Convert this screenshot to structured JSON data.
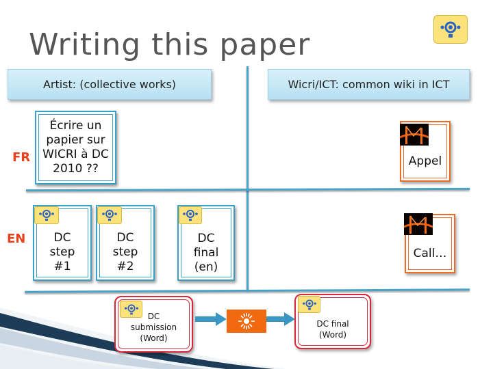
{
  "title": "Writing this paper",
  "headers": {
    "left": "Artist: (collective works)",
    "right": "Wicri/ICT: common wiki in ICT"
  },
  "rows": {
    "fr": "FR",
    "en": "EN"
  },
  "fr_card": {
    "lines": [
      "Écrire un",
      "papier sur",
      "WICRI à DC",
      "2010 ??"
    ]
  },
  "appel": "Appel",
  "call": "Call…",
  "en_cards": [
    {
      "lines": [
        "DC",
        "step",
        "#1"
      ]
    },
    {
      "lines": [
        "DC",
        "step",
        "#2"
      ]
    },
    {
      "lines": [
        "DC",
        "final",
        "(en)"
      ]
    }
  ],
  "flow": {
    "submission": [
      "DC",
      "submission",
      "(Word)"
    ],
    "final": [
      "DC final",
      "(Word)"
    ]
  },
  "colors": {
    "accent_blue": "#4aa3c6",
    "row_label": "#e8401c",
    "orange": "#e96d2a",
    "red": "#d6283b"
  },
  "icons": {
    "wicri_logo": "wicri-logo-icon",
    "bridge_photo": "bridge-photo-icon",
    "sun_icon": "sunburst-icon"
  }
}
